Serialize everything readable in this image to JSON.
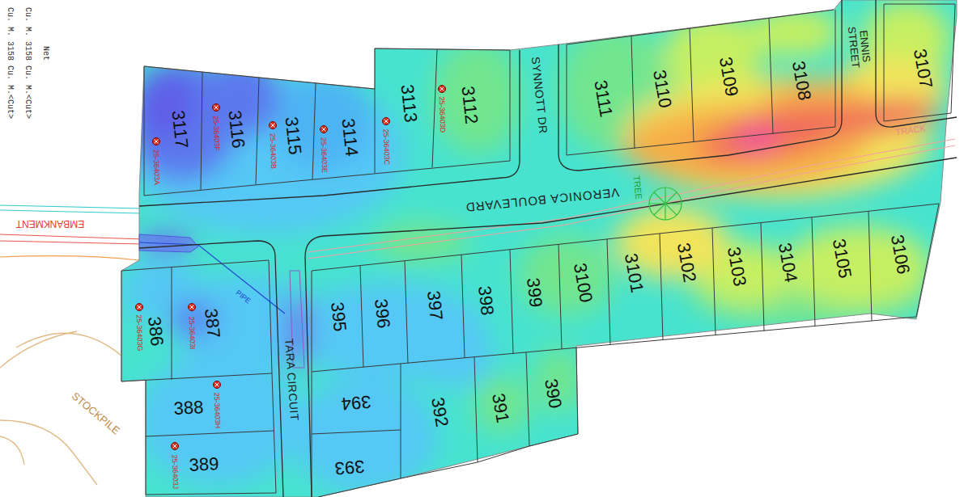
{
  "diagram": {
    "nodes": [
      {
        "text": [
          "3117",
          "25-36403A"
        ]
      },
      {
        "text": [
          "3116",
          "25-36403F"
        ]
      },
      {
        "text": [
          "3115",
          "25-36403B"
        ]
      },
      {
        "text": [
          "3114",
          "25-36403E"
        ]
      },
      {
        "text": [
          "3113",
          "25-36403C"
        ]
      },
      {
        "text": [
          "3112",
          "25-36403D"
        ]
      },
      {
        "text": [
          "3111"
        ]
      },
      {
        "text": [
          "3110"
        ]
      },
      {
        "text": [
          "3109"
        ]
      },
      {
        "text": [
          "3108"
        ]
      },
      {
        "text": [
          "3107"
        ]
      },
      {
        "text": [
          "386",
          "25-36403G"
        ]
      },
      {
        "text": [
          "387",
          "25-36403I"
        ]
      },
      {
        "text": [
          "395"
        ]
      },
      {
        "text": [
          "396"
        ]
      },
      {
        "text": [
          "397"
        ]
      },
      {
        "text": [
          "398"
        ]
      },
      {
        "text": [
          "399"
        ]
      },
      {
        "text": [
          "3100"
        ]
      },
      {
        "text": [
          "3101"
        ]
      },
      {
        "text": [
          "3102"
        ]
      },
      {
        "text": [
          "3103"
        ]
      },
      {
        "text": [
          "3104"
        ]
      },
      {
        "text": [
          "3105"
        ]
      },
      {
        "text": [
          "3106"
        ]
      },
      {
        "text": [
          "388",
          "25-36403H"
        ]
      },
      {
        "text": [
          "394"
        ]
      },
      {
        "text": [
          "392"
        ]
      },
      {
        "text": [
          "391"
        ]
      },
      {
        "text": [
          "390"
        ]
      },
      {
        "text": [
          "389",
          "25-36403J"
        ]
      },
      {
        "text": [
          "393"
        ]
      }
    ],
    "labels": [
      "Cu. M. 3158 Cu. M.<Cut>",
      "Cu. M. 3158 Cu. M.<Cut>",
      "Net",
      "SYNNOTT DR",
      "ENNIS STREET",
      "VERONICA BOULEVARD",
      "TARA CIRCUIT",
      "EMBANKMENT",
      "TREE",
      "TRACK",
      "PIPE",
      "STOCKPILE"
    ]
  }
}
